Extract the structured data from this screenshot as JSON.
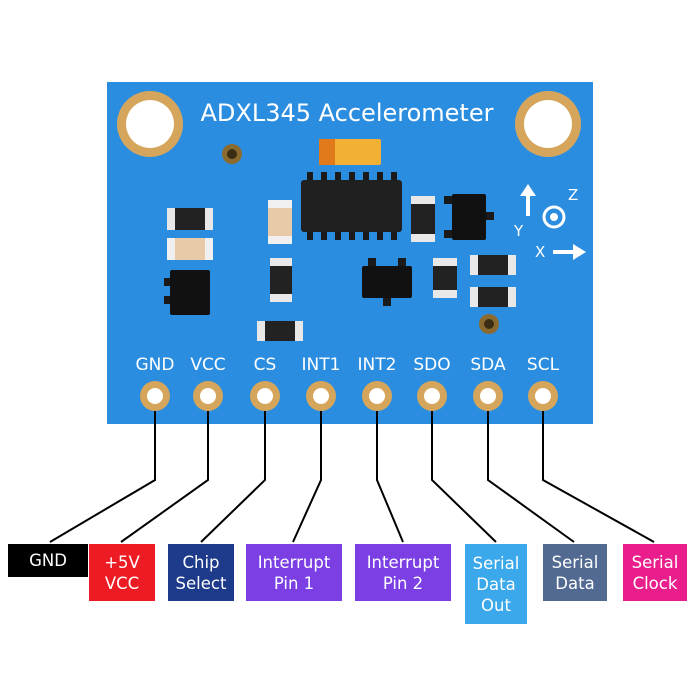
{
  "board": {
    "title": "ADXL345 Accelerometer",
    "color": "#2b8de0",
    "axes": {
      "x": "X",
      "y": "Y",
      "z": "Z"
    }
  },
  "pins": [
    {
      "name": "GND",
      "label_lines": [
        "GND"
      ],
      "label_color": "#000000"
    },
    {
      "name": "VCC",
      "label_lines": [
        "+5V",
        "VCC"
      ],
      "label_color": "#ed1c24"
    },
    {
      "name": "CS",
      "label_lines": [
        "Chip",
        "Select"
      ],
      "label_color": "#1e3a8a"
    },
    {
      "name": "INT1",
      "label_lines": [
        "Interrupt",
        "Pin 1"
      ],
      "label_color": "#7b3fe4"
    },
    {
      "name": "INT2",
      "label_lines": [
        "Interrupt",
        "Pin 2"
      ],
      "label_color": "#7b3fe4"
    },
    {
      "name": "SDO",
      "label_lines": [
        "Serial",
        "Data",
        "Out"
      ],
      "label_color": "#3aa8ea"
    },
    {
      "name": "SDA",
      "label_lines": [
        "Serial",
        "Data"
      ],
      "label_color": "#526a92"
    },
    {
      "name": "SCL",
      "label_lines": [
        "Serial",
        "Clock"
      ],
      "label_color": "#e91e8c"
    }
  ]
}
